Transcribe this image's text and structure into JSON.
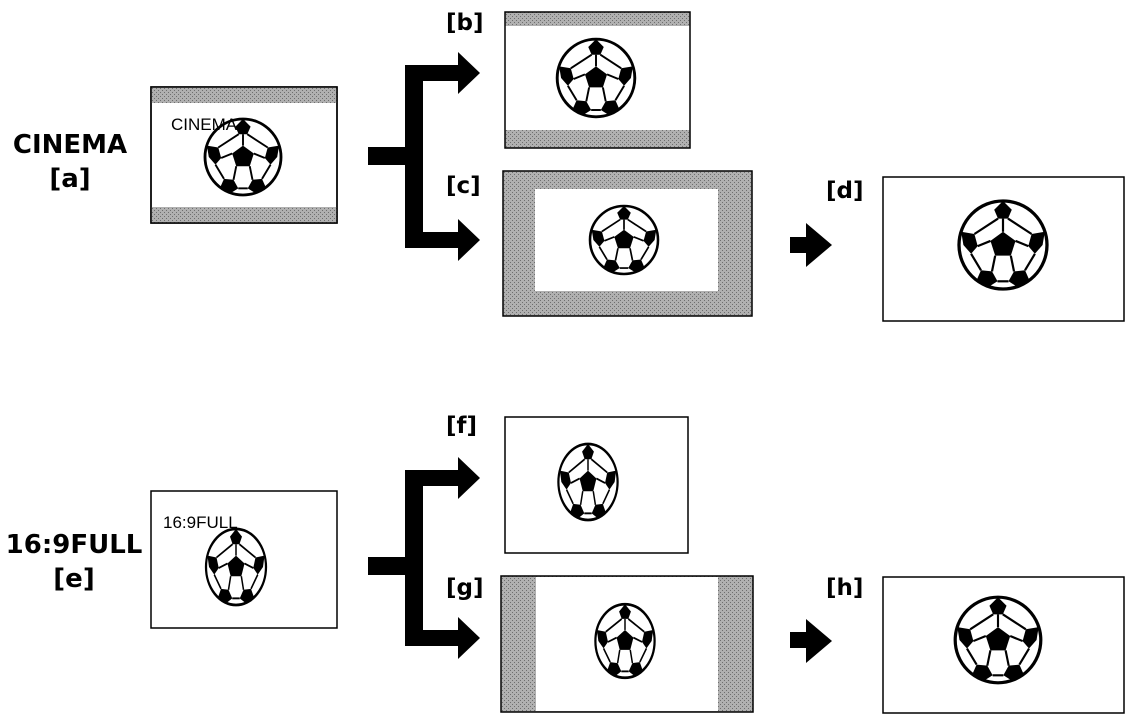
{
  "rows": [
    {
      "mode_label": "CINEMA",
      "mode_tag": "[a]",
      "screen_text": "CINEMA",
      "tag_top": "[b]",
      "tag_bottom": "[c]",
      "tag_result": "[d]"
    },
    {
      "mode_label": "16:9FULL",
      "mode_tag": "[e]",
      "screen_text": "16:9FULL",
      "tag_top": "[f]",
      "tag_bottom": "[g]",
      "tag_result": "[h]"
    }
  ],
  "colors": {
    "band": "#a8a8a8",
    "line": "#000000",
    "arrow": "#000000",
    "screen": "#ffffff"
  },
  "icons": [
    "soccer-ball-icon",
    "arrow-right-icon",
    "branch-arrow-icon"
  ]
}
